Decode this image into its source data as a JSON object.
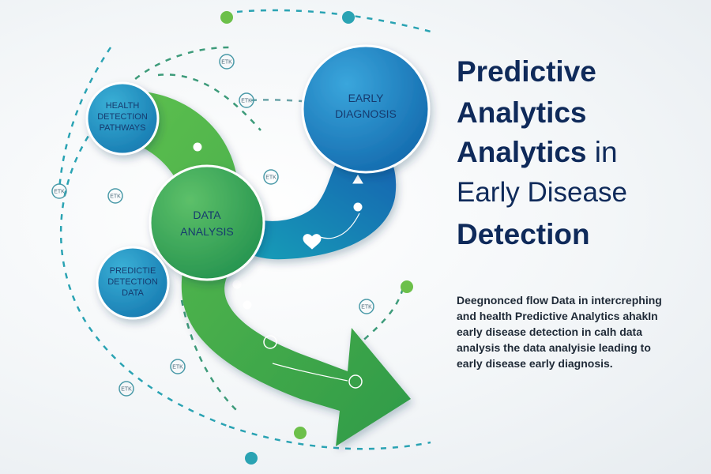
{
  "title": {
    "line1": "Predictive",
    "line2": "Analytics",
    "line3_main": "Analytics",
    "line3_suffix": "in",
    "line4": "Early Disease",
    "line5": "Detection"
  },
  "description": [
    "Deegnonced flow Data in intercrephing",
    "and health Predictive Analytics ahakIn",
    "early disease detection in calh data",
    "analysis the data analyisie leading to",
    "early disease early diagnosis."
  ],
  "nodes": {
    "health_pathways": {
      "line1": "HEALTH",
      "line2": "DETECTION",
      "line3": "PATHWAYS"
    },
    "early_diagnosis": {
      "line1": "EARLY",
      "line2": "DIAGNOSIS"
    },
    "data_analysis": {
      "line1": "DATA",
      "line2": "ANALYSIS"
    },
    "predictive_detection": {
      "line1": "PREDICTIE",
      "line2": "DETECTION",
      "line3": "DATA"
    }
  },
  "dot_label": "ETK",
  "colors": {
    "title": "#0f2a5a",
    "green": "#4cae4c",
    "blue": "#1e7fc0",
    "teal": "#2aa3b3",
    "node_blue": "#1f86c6"
  }
}
